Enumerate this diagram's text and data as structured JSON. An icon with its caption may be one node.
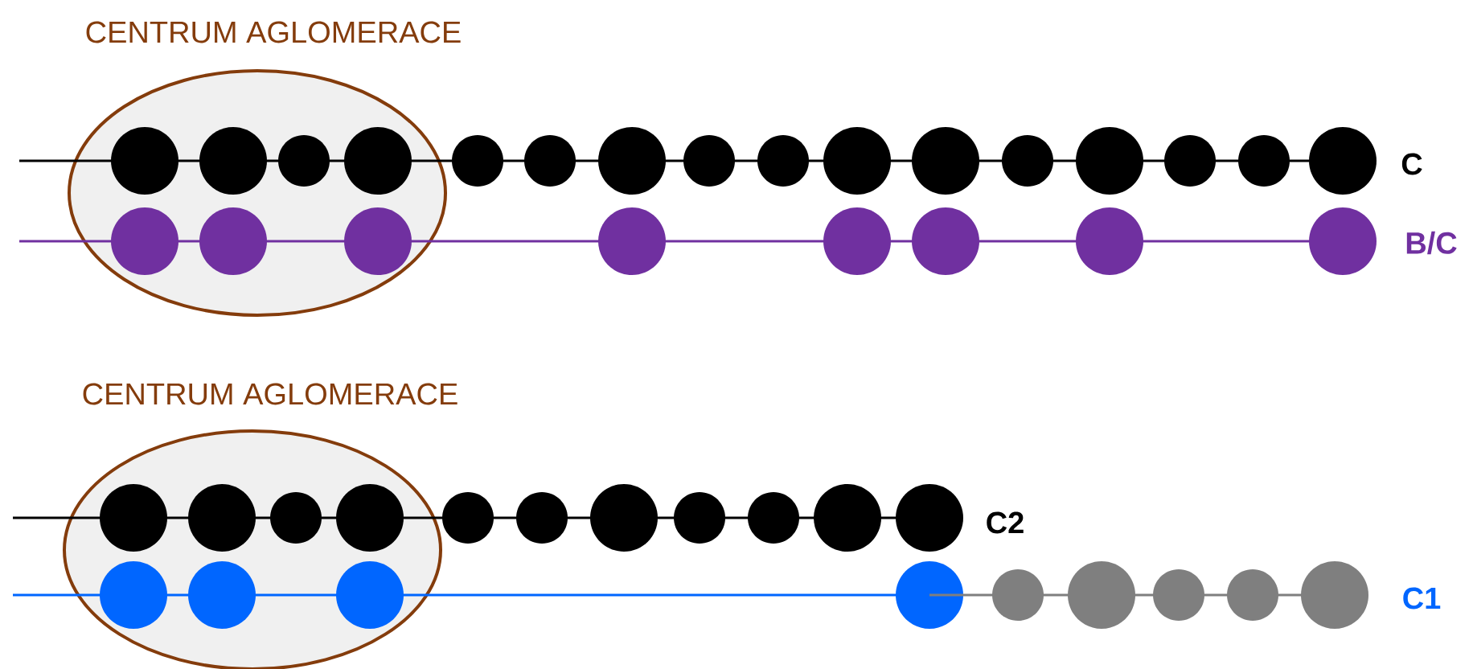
{
  "diagram": {
    "nodes": [
      {
        "text": [
          "CENTRUM AGLOMERACE"
        ]
      },
      {
        "text": [
          "CENTRUM AGLOMERACE"
        ]
      }
    ],
    "labels": [
      "C",
      "B/C",
      "C2",
      "C1"
    ]
  }
}
